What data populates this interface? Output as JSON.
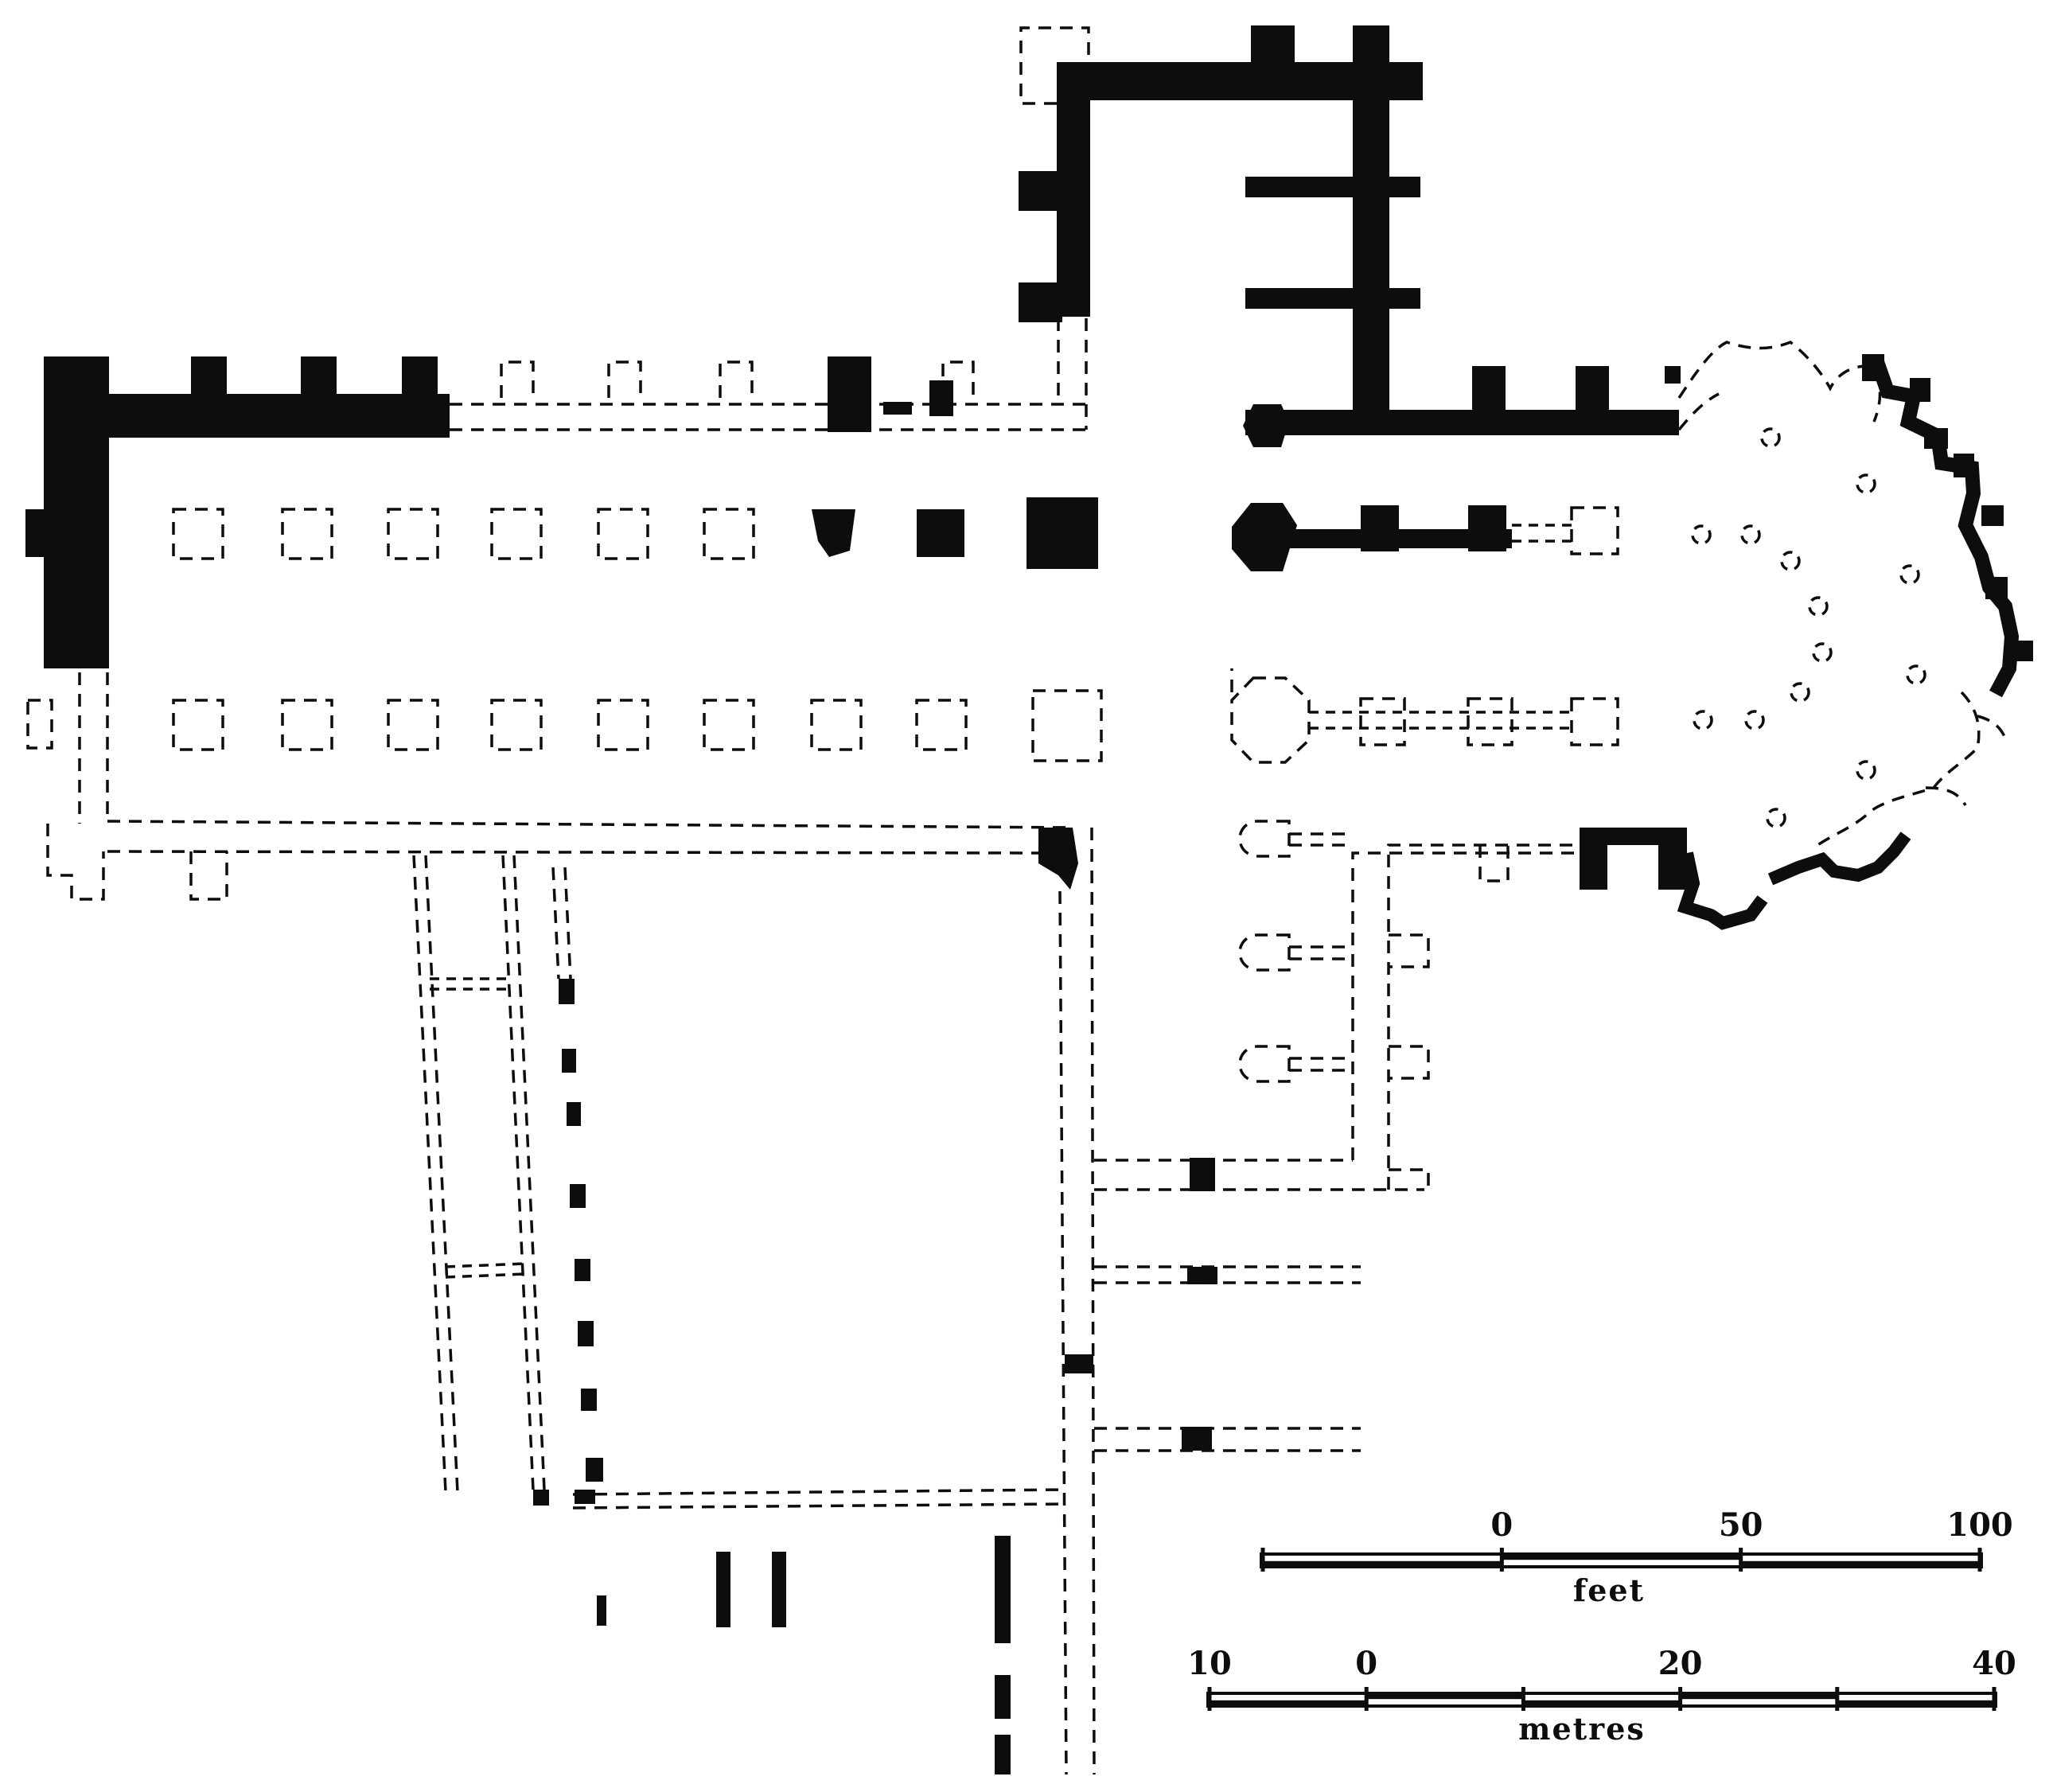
{
  "scales": {
    "feet": {
      "label": "feet",
      "ticks": [
        {
          "value": 50,
          "text": "50"
        },
        {
          "value": 0,
          "text": "0"
        },
        {
          "value": 100,
          "text": "100"
        }
      ],
      "range": [
        -50,
        100
      ],
      "divisions": [
        -50,
        0,
        50,
        100
      ]
    },
    "metres": {
      "label": "metres",
      "ticks": [
        {
          "value": -10,
          "text": "10"
        },
        {
          "value": 0,
          "text": "0"
        },
        {
          "value": 20,
          "text": "20"
        },
        {
          "value": 40,
          "text": "40"
        }
      ],
      "range": [
        -10,
        40
      ],
      "divisions": [
        -10,
        0,
        10,
        20,
        30,
        40
      ]
    }
  },
  "colors": {
    "ink": "#0d0d0d",
    "paper": "#ffffff"
  }
}
